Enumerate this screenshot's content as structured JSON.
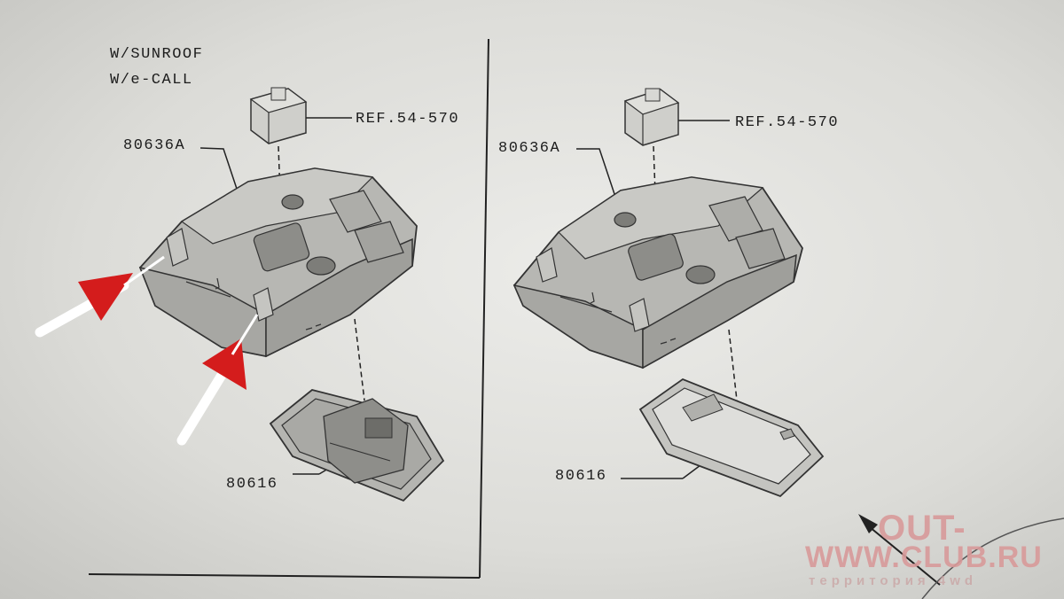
{
  "left_panel": {
    "variant_line1": "W/SUNROOF",
    "variant_line2": "W/e-CALL",
    "part_upper": "80636A",
    "ref_upper": "REF.54-570",
    "part_lower": "80616"
  },
  "right_panel": {
    "part_upper": "80636A",
    "ref_upper": "REF.54-570",
    "part_lower": "80616"
  },
  "watermark": {
    "line1": "OUT-",
    "line2": "WWW.CLUB.RU",
    "line3": "территория 4wd"
  },
  "colors": {
    "paper": "#e6e6e3",
    "ink": "#1c1c1c",
    "part_fill": "#b9b9b6",
    "arrow_red": "#d41c1c",
    "arrow_white": "#ffffff",
    "watermark": "#d89a9a"
  }
}
